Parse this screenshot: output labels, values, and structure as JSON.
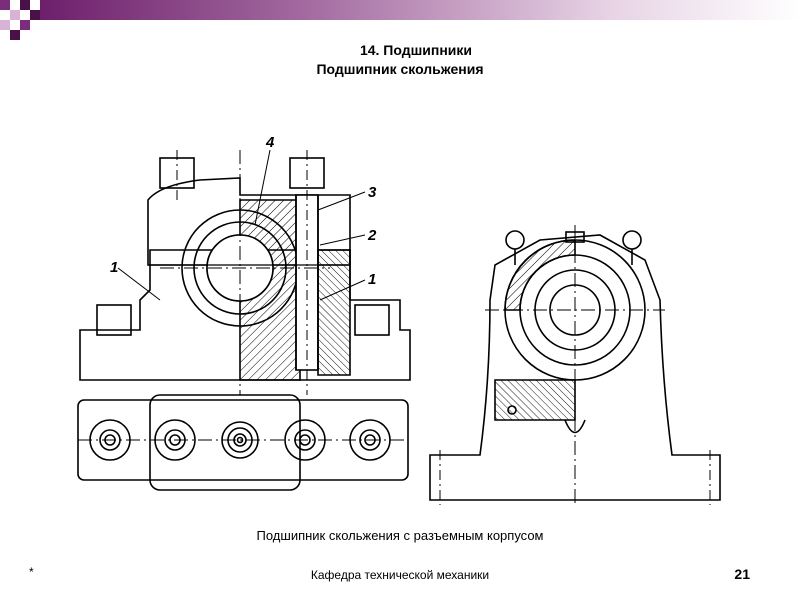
{
  "slide": {
    "title_line1": "14. Подшипники",
    "title_line2": "Подшипник скольжения",
    "caption": "Подшипник скольжения с разъемным корпусом",
    "footer_left": "*",
    "footer_center": "Кафедра технической механики",
    "page_number": "21"
  },
  "figure": {
    "labels": [
      "4",
      "3",
      "2",
      "1",
      "1"
    ]
  },
  "colors": {
    "accent_purple": "#7b2c7a",
    "accent_dark": "#4a1048",
    "bar_light": "#d9b3d6"
  }
}
